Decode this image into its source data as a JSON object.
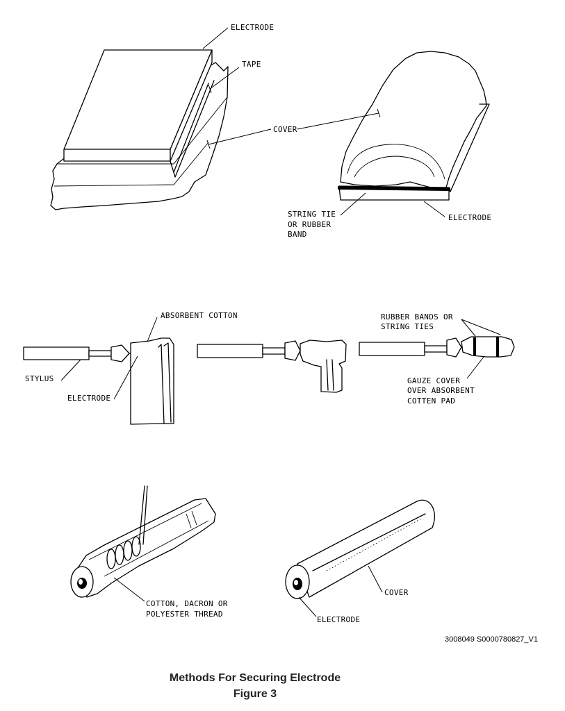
{
  "labels": {
    "p1_electrode": "ELECTRODE",
    "p1_tape": "TAPE",
    "cover": "COVER",
    "p2_string_l1": "STRING TIE",
    "p2_string_l2": "OR RUBBER",
    "p2_string_l3": "BAND",
    "p2_electrode": "ELECTRODE",
    "absorbent_cotton": "ABSORBENT COTTON",
    "stylus": "STYLUS",
    "p3_electrode": "ELECTRODE",
    "rubber_bands_l1": "RUBBER BANDS OR",
    "rubber_bands_l2": "STRING TIES",
    "gauze_l1": "GAUZE COVER",
    "gauze_l2": "OVER ABSORBENT",
    "gauze_l3": "COTTEN PAD",
    "thread_l1": "COTTON, DACRON OR",
    "thread_l2": "POLYESTER THREAD",
    "p6_cover": "COVER",
    "p6_electrode": "ELECTRODE"
  },
  "reference_code": "3008049 S0000780827_V1",
  "caption": {
    "title": "Methods For Securing Electrode",
    "figure": "Figure 3"
  }
}
